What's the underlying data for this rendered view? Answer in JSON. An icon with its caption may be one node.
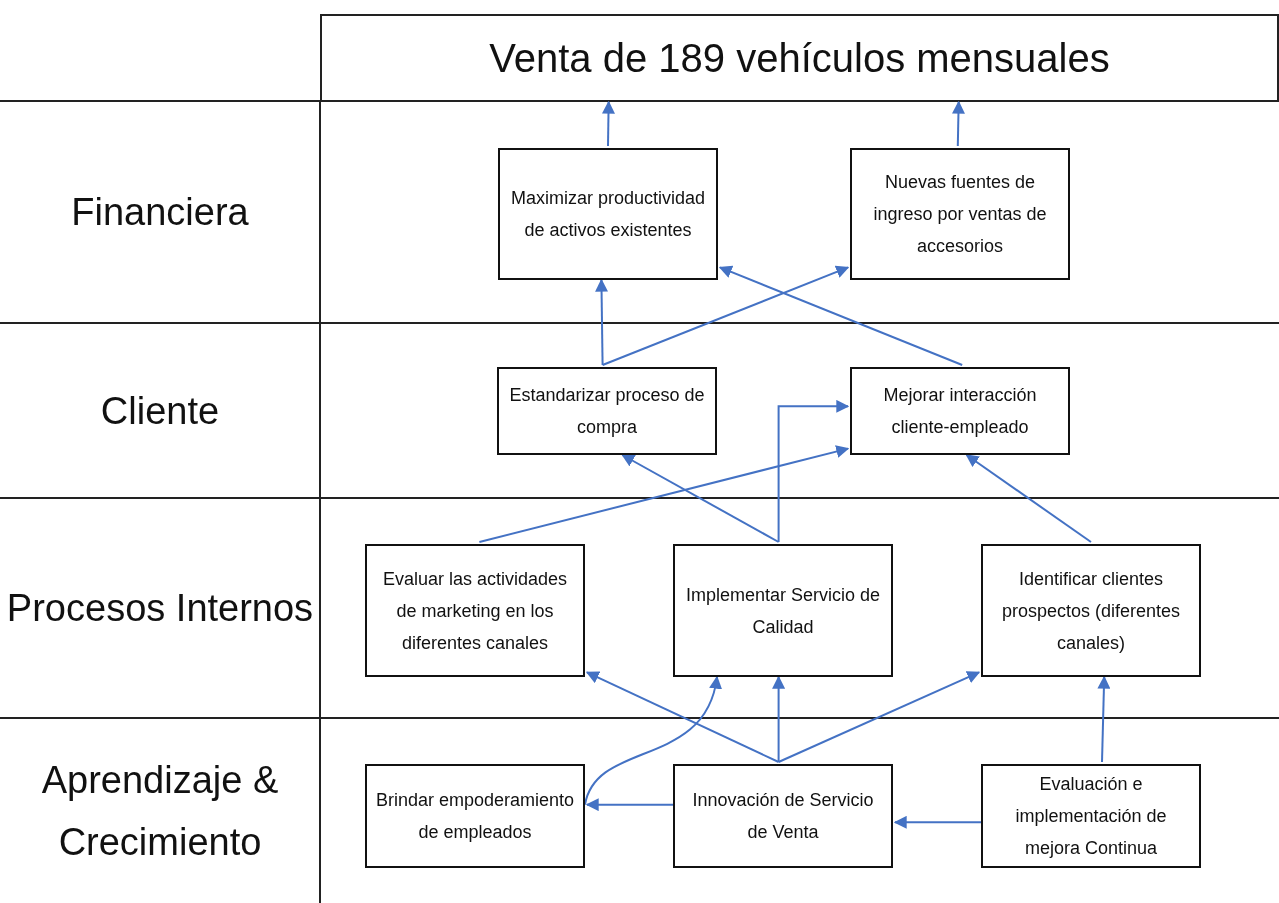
{
  "diagram": {
    "nodes": [
      {
        "text": [
          "Venta de 189 vehículos mensuales"
        ]
      },
      {
        "text": [
          "Financiera"
        ]
      },
      {
        "text": [
          "Maximizar productividad de activos existentes"
        ],
        "in": 1
      },
      {
        "text": [
          "Nuevas fuentes de ingreso por ventas de accesorios"
        ],
        "in": 1
      },
      {
        "text": [
          "Cliente"
        ]
      },
      {
        "text": [
          "Estandarizar proceso de compra"
        ],
        "in": 4
      },
      {
        "text": [
          "Mejorar interacción cliente-empleado"
        ],
        "in": 4
      },
      {
        "text": [
          "Procesos Internos"
        ]
      },
      {
        "text": [
          "Evaluar las actividades de marketing en los diferentes canales"
        ],
        "in": 7
      },
      {
        "text": [
          "Implementar Servicio de Calidad"
        ],
        "in": 7
      },
      {
        "text": [
          "Identificar clientes prospectos (diferentes canales)"
        ],
        "in": 7
      },
      {
        "text": [
          "Aprendizaje & Crecimiento"
        ]
      },
      {
        "text": [
          "Brindar empoderamiento de empleados"
        ],
        "in": 11
      },
      {
        "text": [
          "Innovación de Servicio de Venta"
        ],
        "in": 11
      },
      {
        "text": [
          "Evaluación e implementación de mejora Continua"
        ],
        "in": 11
      }
    ],
    "edges": [
      {
        "from": 2,
        "to": 0,
        "arrow": "to"
      },
      {
        "from": 3,
        "to": 0,
        "arrow": "to"
      },
      {
        "from": 5,
        "to": 2,
        "arrow": "to"
      },
      {
        "from": 5,
        "to": 3,
        "arrow": "to"
      },
      {
        "from": 6,
        "to": 2,
        "arrow": "to"
      },
      {
        "from": 9,
        "to": 5,
        "arrow": "to"
      },
      {
        "from": 9,
        "to": 6,
        "arrow": "to"
      },
      {
        "from": 8,
        "to": 6,
        "arrow": "to"
      },
      {
        "from": 10,
        "to": 6,
        "arrow": "to"
      },
      {
        "from": 13,
        "to": 8,
        "arrow": "to"
      },
      {
        "from": 13,
        "to": 9,
        "arrow": "to"
      },
      {
        "from": 13,
        "to": 10,
        "arrow": "to"
      },
      {
        "from": 13,
        "to": 12,
        "arrow": "to"
      },
      {
        "from": 12,
        "to": 9,
        "arrow": "to"
      },
      {
        "from": 14,
        "to": 10,
        "arrow": "to"
      },
      {
        "from": 14,
        "to": 13,
        "arrow": "to"
      }
    ]
  }
}
